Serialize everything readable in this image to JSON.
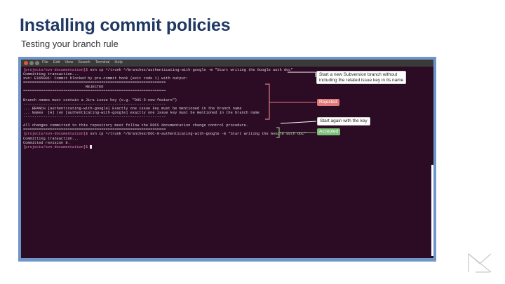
{
  "slide": {
    "title": "Installing commit policies",
    "subtitle": "Testing your branch rule"
  },
  "window": {
    "menu": [
      "File",
      "Edit",
      "View",
      "Search",
      "Terminal",
      "Help"
    ]
  },
  "terminal": {
    "lines": [
      {
        "prompt": "[projects/svn-documentation]$",
        "text": " svn cp ^/trunk ^/branches/authenticating-with-google -m \"Start writing the Google auth doc\""
      },
      {
        "prompt": "",
        "text": "Committing transaction..."
      },
      {
        "prompt": "",
        "text": "svn: E165001: Commit blocked by pre-commit hook (exit code 1) with output:"
      },
      {
        "prompt": "",
        "text": "================================================================"
      },
      {
        "prompt": "",
        "text": "                            REJECTED"
      },
      {
        "prompt": "",
        "text": "================================================================"
      },
      {
        "prompt": "",
        "text": ""
      },
      {
        "prompt": "",
        "text": "Branch names must contain a Jira issue key (e.g. \"DOC-5-new-feature\")"
      },
      {
        "prompt": "",
        "text": "----------------------------------------------------------------"
      },
      {
        "prompt": "",
        "text": "... BRANCH [authenticating-with-google] Exactly one issue key must be mentioned in the branch name"
      },
      {
        "prompt": "",
        "text": "... Names  [A] (en [authenticating-with-google] exactly one issue key must be mentioned in the branch name"
      },
      {
        "prompt": "",
        "text": "----------------------------------------------------------------"
      },
      {
        "prompt": "",
        "text": ""
      },
      {
        "prompt": "",
        "text": "All changes committed to this repository must follow the DOCS documentation change control procedure."
      },
      {
        "prompt": "",
        "text": "================================================================"
      },
      {
        "prompt": "[projects/svn-documentation]$",
        "text": " svn cp ^/trunk ^/branches/DOC-9-authenticating-with-google -m \"Start writing the Google auth doc\""
      },
      {
        "prompt": "",
        "text": "Committing transaction..."
      },
      {
        "prompt": "",
        "text": "Committed revision 8."
      },
      {
        "prompt": "[projects/svn-documentation]$",
        "text": " ",
        "cursor": true
      }
    ]
  },
  "callouts": {
    "start_branch": "Start a new Subversion branch without\nincluding the related issue key in its name",
    "rejected": "Rejected",
    "start_again": "Start again with the key",
    "accepted": "Accepted"
  },
  "colors": {
    "title": "#1f3864",
    "terminal_bg": "#2c0b24",
    "frame": "#6f95c9",
    "bracket": "#e07a7a",
    "accepted": "#7cc07a"
  },
  "icons": {
    "logo": "brand-mark-icon"
  }
}
